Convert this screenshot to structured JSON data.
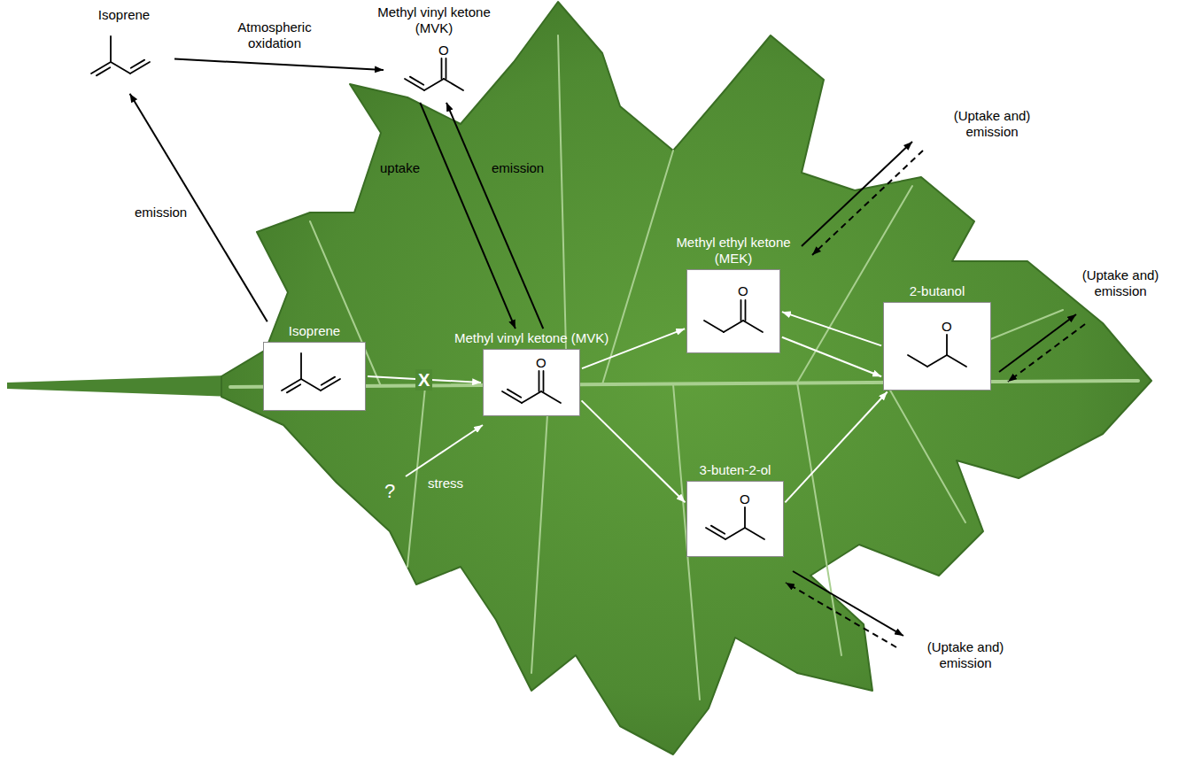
{
  "diagram": {
    "nodes": [
      {
        "text": [
          "Isoprene"
        ]
      },
      {
        "text": [
          "Methyl vinyl ketone (MVK)"
        ]
      },
      {
        "text": [
          "Isoprene"
        ]
      },
      {
        "text": [
          "Methyl vinyl ketone (MVK)"
        ]
      },
      {
        "text": [
          "Methyl ethyl ketone (MEK)"
        ]
      },
      {
        "text": [
          "2-butanol"
        ]
      },
      {
        "text": [
          "3-buten-2-ol"
        ]
      }
    ],
    "edges": [
      {
        "from": 2,
        "to": 0,
        "arrow": "to",
        "label": "emission"
      },
      {
        "from": 0,
        "to": 1,
        "arrow": "to",
        "label": "Atmospheric oxidation"
      },
      {
        "from": 1,
        "to": 3,
        "arrow": "to",
        "label": "uptake"
      },
      {
        "from": 3,
        "to": 1,
        "arrow": "to",
        "label": "emission"
      },
      {
        "from": 2,
        "to": 3,
        "arrow": "to",
        "label": "X"
      },
      {
        "from": 3,
        "to": 4,
        "arrow": "to"
      },
      {
        "from": 3,
        "to": 6,
        "arrow": "to"
      },
      {
        "from": 4,
        "to": 5,
        "arrow": "to"
      },
      {
        "from": 5,
        "to": 4,
        "arrow": "to"
      },
      {
        "from": 6,
        "to": 5,
        "arrow": "to"
      }
    ],
    "labels": [
      "?",
      "stress",
      "(Uptake and) emission",
      "(Uptake and) emission",
      "(Uptake and) emission",
      "O",
      "O",
      "O",
      "O",
      "O"
    ]
  }
}
